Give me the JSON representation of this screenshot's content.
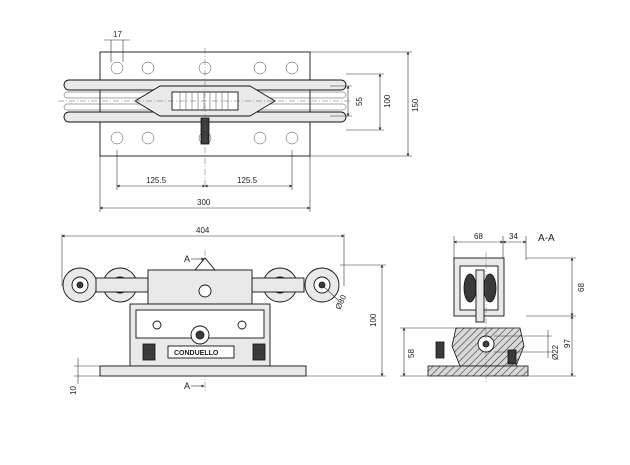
{
  "top_view": {
    "dim_bolt_offset": "17",
    "dim_half_left": "125.5",
    "dim_half_right": "125.5",
    "dim_overall_width": "300",
    "dim_inner_height": "55",
    "dim_mid_height": "100",
    "dim_outer_height": "150"
  },
  "front_view": {
    "dim_overall_length": "404",
    "dim_height": "100",
    "dim_base_thickness": "10",
    "dim_wheel_diameter": "Ø80",
    "section_marker_top": "A",
    "section_marker_bottom": "A",
    "brand_label": "CONDUELLO"
  },
  "section_view": {
    "title": "A-A",
    "dim_width_left": "68",
    "dim_width_right": "34",
    "dim_top_height": "68",
    "dim_lower_height": "97",
    "dim_base_height": "58",
    "dim_pin_diameter": "Ø22"
  }
}
